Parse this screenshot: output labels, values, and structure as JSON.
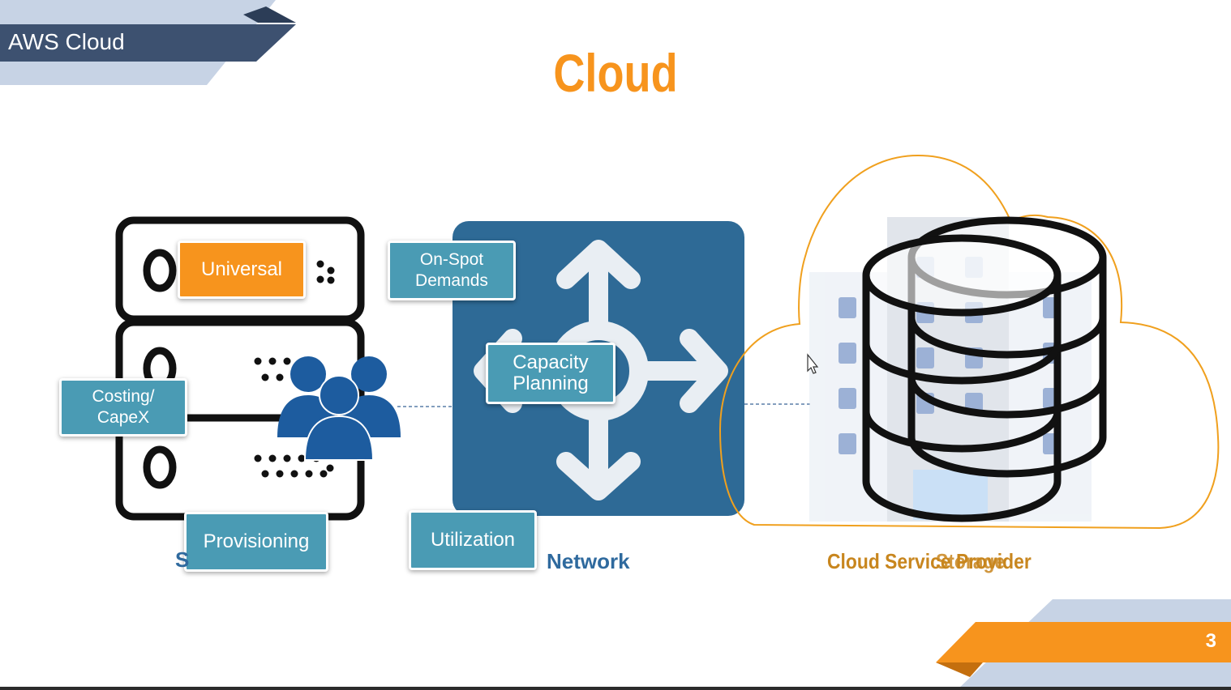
{
  "header": {
    "title": "AWS Cloud"
  },
  "slide": {
    "title": "Cloud",
    "page_number": "3"
  },
  "tags": {
    "universal": "Universal",
    "on_spot_demands": "On-Spot\nDemands",
    "capacity_planning": "Capacity\nPlanning",
    "costing_capex": "Costing/\nCapeX",
    "provisioning": "Provisioning",
    "utilization": "Utilization"
  },
  "captions": {
    "server_fragment": "S",
    "network": "Network",
    "cloud_service_provider": "Cloud Service Provider",
    "storage": "Storage"
  },
  "colors": {
    "accent_orange": "#f7941d",
    "navy": "#3d5170",
    "pale_blue": "#c7d3e5",
    "teal_tag": "#4a9bb4",
    "network_blue": "#2f6a9e",
    "caption_gold": "#c8861e"
  },
  "icons": [
    "server-rack-icon",
    "users-group-icon",
    "network-arrows-icon",
    "cloud-outline-icon",
    "building-icon",
    "database-icon",
    "mouse-cursor-icon"
  ]
}
